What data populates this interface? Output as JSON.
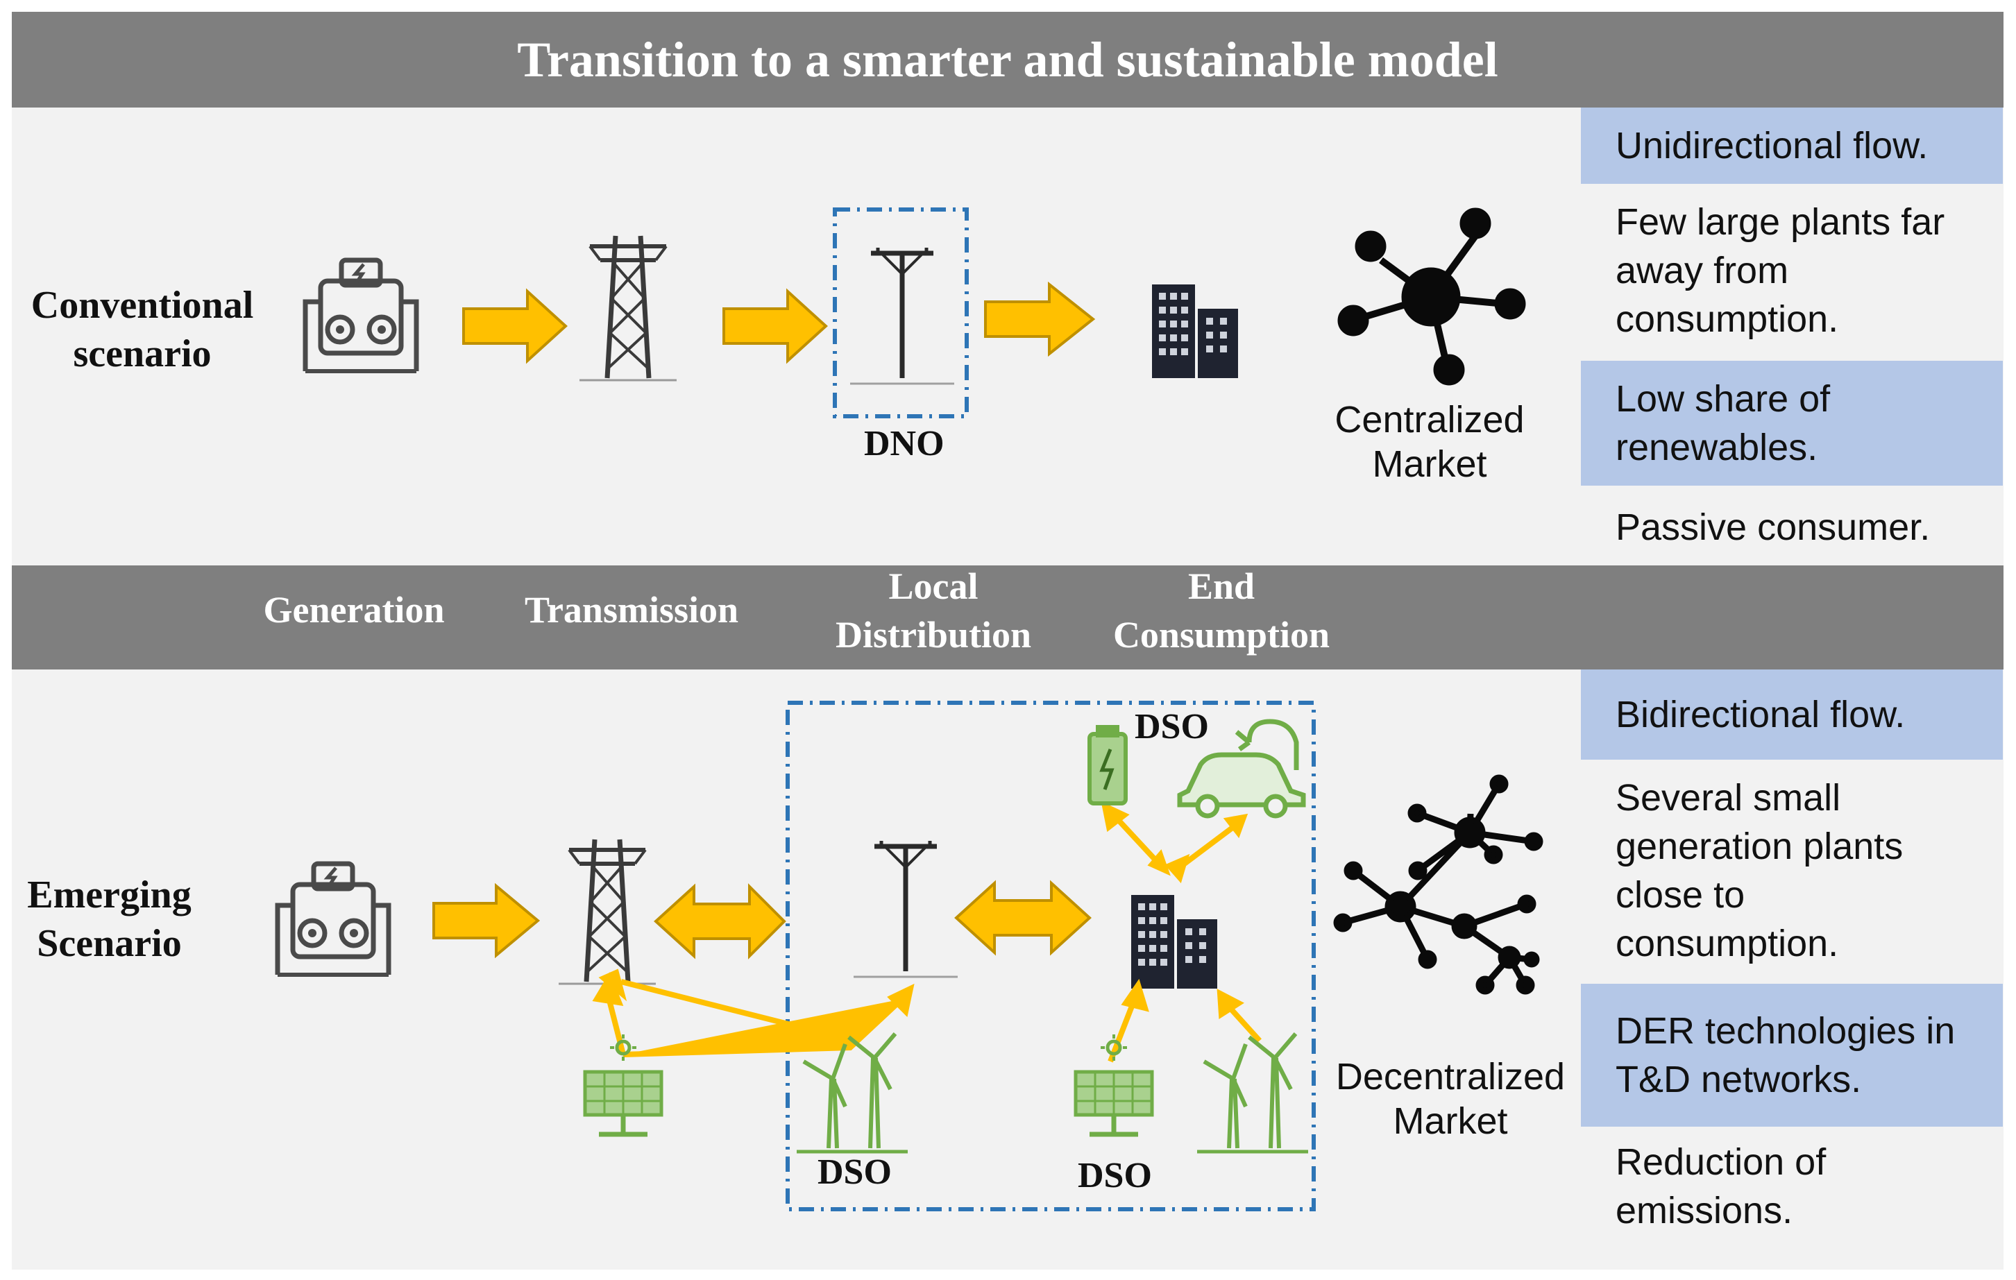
{
  "title": "Transition to a smarter and sustainable model",
  "conventional": {
    "label_line1": "Conventional",
    "label_line2": "scenario",
    "dno_label": "DNO",
    "market_line1": "Centralized",
    "market_line2": "Market",
    "features": [
      "Unidirectional flow.",
      "Few large plants far away from consumption.",
      "Low share of renewables.",
      "Passive consumer."
    ]
  },
  "stages": {
    "generation": "Generation",
    "transmission": "Transmission",
    "local_line1": "Local",
    "local_line2": "Distribution",
    "end_line1": "End",
    "end_line2": "Consumption"
  },
  "emerging": {
    "label_line1": "Emerging",
    "label_line2": "Scenario",
    "dso_labels": [
      "DSO",
      "DSO",
      "DSO"
    ],
    "market_line1": "Decentralized",
    "market_line2": "Market",
    "features": [
      "Bidirectional flow.",
      "Several small generation plants close to consumption.",
      "DER technologies in T&D networks.",
      "Reduction of emissions."
    ]
  },
  "colors": {
    "band": "#7f7f7f",
    "panel": "#f2f2f2",
    "feature_blue": "#b4c7e7",
    "arrow_fill": "#ffc000",
    "arrow_edge": "#bf9000",
    "dash_box": "#2e75b6",
    "renewable_green": "#70ad47",
    "icon_dark": "#1f2330"
  },
  "icons": [
    "power-plant-icon",
    "transmission-tower-icon",
    "utility-pole-icon",
    "office-building-icon",
    "network-hub-icon",
    "solar-panel-icon",
    "wind-turbine-icon",
    "battery-icon",
    "electric-car-icon"
  ]
}
